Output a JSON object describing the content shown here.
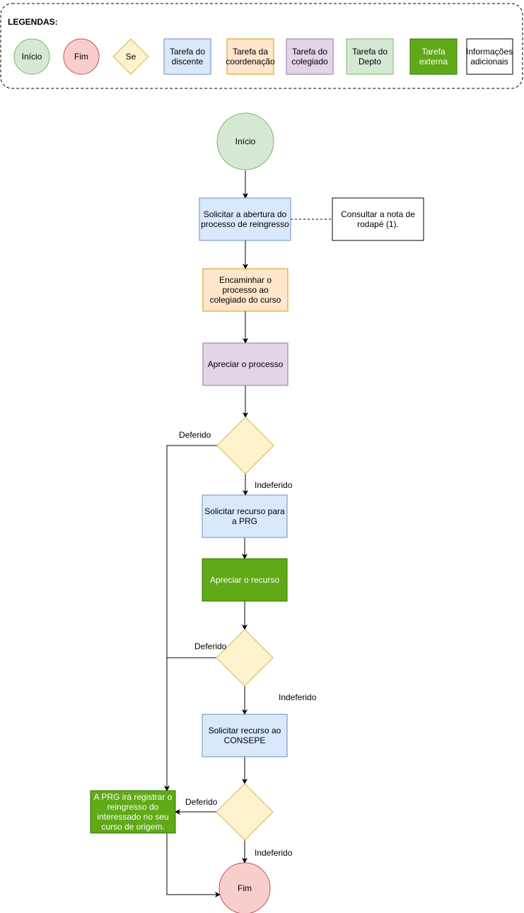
{
  "legend": {
    "title": "LEGENDAS:",
    "items": {
      "inicio": [
        "Início"
      ],
      "fim": [
        "Fim"
      ],
      "se": [
        "Se"
      ],
      "discente": [
        "Tarefa do",
        "discente"
      ],
      "coordenacao": [
        "Tarefa da",
        "coordenação"
      ],
      "colegiado": [
        "Tarefa do",
        "colegiado"
      ],
      "depto": [
        "Tarefa do",
        "Depto"
      ],
      "externa": [
        "Tarefa",
        "externa"
      ],
      "info": [
        "Informações",
        "adicionais"
      ]
    }
  },
  "flow": {
    "start": [
      "Início"
    ],
    "solicitar_abertura": [
      "Solicitar a abertura do",
      "processo de reingresso"
    ],
    "nota": [
      "Consultar a nota de",
      "rodapé (1)."
    ],
    "encaminhar": [
      "Encaminhar o",
      "processo ao",
      "colegiado do curso"
    ],
    "apreciar_processo": [
      "Apreciar o processo"
    ],
    "recurso_prg": [
      "Solicitar recurso para",
      "a PRG"
    ],
    "apreciar_recurso": [
      "Apreciar o recurso"
    ],
    "recurso_consepe": [
      "Solicitar recurso ao",
      "CONSEPE"
    ],
    "prg_registrar": [
      "A PRG irá registrar o",
      "reingresso do",
      "interessado no seu",
      "curso de origem."
    ],
    "end": [
      "Fim"
    ]
  },
  "labels": {
    "deferido_1": "Deferido",
    "indeferido_1": "Indeferido",
    "deferido_2": "Deferido",
    "indeferido_2": "Indeferido",
    "deferido_3": "Deferido",
    "indeferido_3": "Indeferido"
  },
  "colors": {
    "inicio_fill": "#d5e8d4",
    "inicio_stroke": "#82b366",
    "fim_fill": "#f8cecc",
    "fim_stroke": "#b85450",
    "se_fill": "#fff2cc",
    "se_stroke": "#d6b656",
    "discente_fill": "#dae8fc",
    "discente_stroke": "#6c8ebf",
    "coordenacao_fill": "#ffe6cc",
    "coordenacao_stroke": "#d79b00",
    "colegiado_fill": "#e1d5e7",
    "colegiado_stroke": "#9673a6",
    "externa_fill": "#60a917",
    "externa_stroke": "#2d7600",
    "info_fill": "#ffffff",
    "info_stroke": "#000000"
  }
}
